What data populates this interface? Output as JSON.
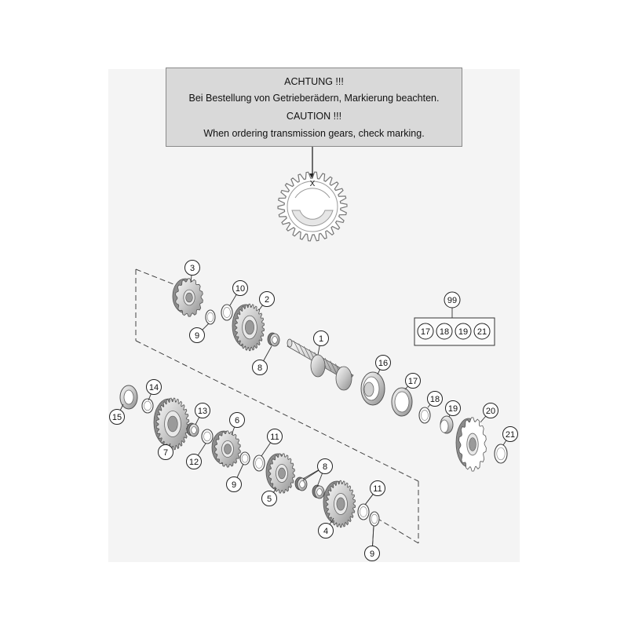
{
  "notice": {
    "title_de": "ACHTUNG !!!",
    "text_de": "Bei Bestellung von Getrieberädern, Markierung beachten.",
    "title_en": "CAUTION !!!",
    "text_en": "When ordering transmission gears, check marking."
  },
  "marking": "X",
  "kit": {
    "number": "99",
    "parts": [
      "17",
      "18",
      "19",
      "21"
    ]
  },
  "callouts": [
    "1",
    "2",
    "3",
    "4",
    "5",
    "6",
    "7",
    "8",
    "8",
    "8",
    "9",
    "9",
    "9",
    "9",
    "10",
    "11",
    "11",
    "11",
    "12",
    "13",
    "14",
    "15",
    "16",
    "17",
    "18",
    "19",
    "20",
    "21"
  ]
}
